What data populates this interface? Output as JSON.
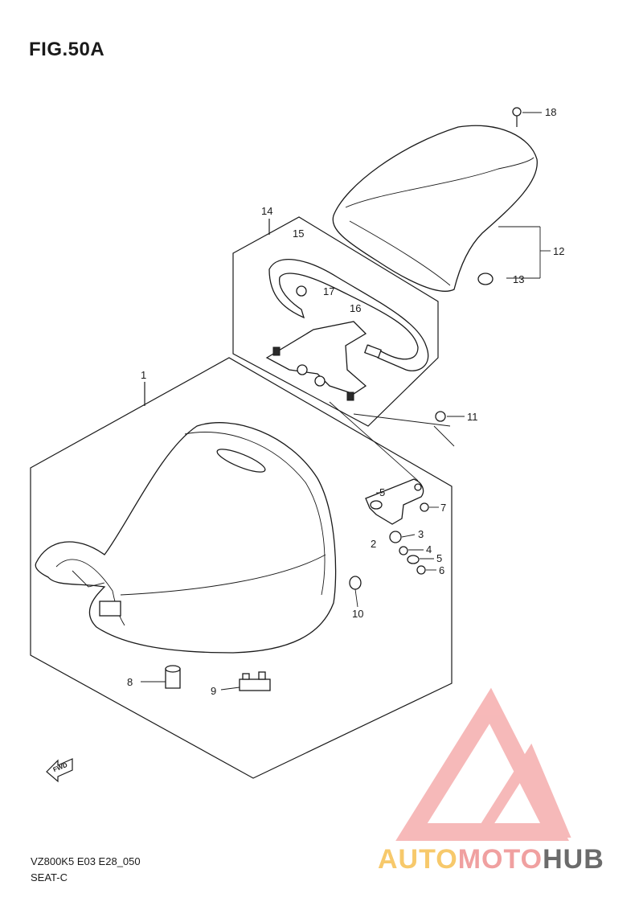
{
  "figure": {
    "title": "FIG.50A"
  },
  "footer": {
    "model_code": "VZ800K5 E03 E28_050",
    "section_name": "SEAT-C"
  },
  "watermark": {
    "brand_part1": "AUTO",
    "brand_part2": "MOTO",
    "brand_part3": "HUB",
    "colors": [
      "#f7c96b",
      "#f0a0a0",
      "#6b6b6b"
    ]
  },
  "callouts": {
    "c1": "1",
    "c2": "2",
    "c3": "3",
    "c4": "4",
    "c5a": "5",
    "c5b": "5",
    "c6": "6",
    "c7": "7",
    "c8": "8",
    "c9": "9",
    "c10": "10",
    "c11": "11",
    "c12": "12",
    "c13": "13",
    "c14": "14",
    "c15": "15",
    "c16": "16",
    "c17": "17",
    "c18": "18"
  },
  "fwd_label": "FWD"
}
